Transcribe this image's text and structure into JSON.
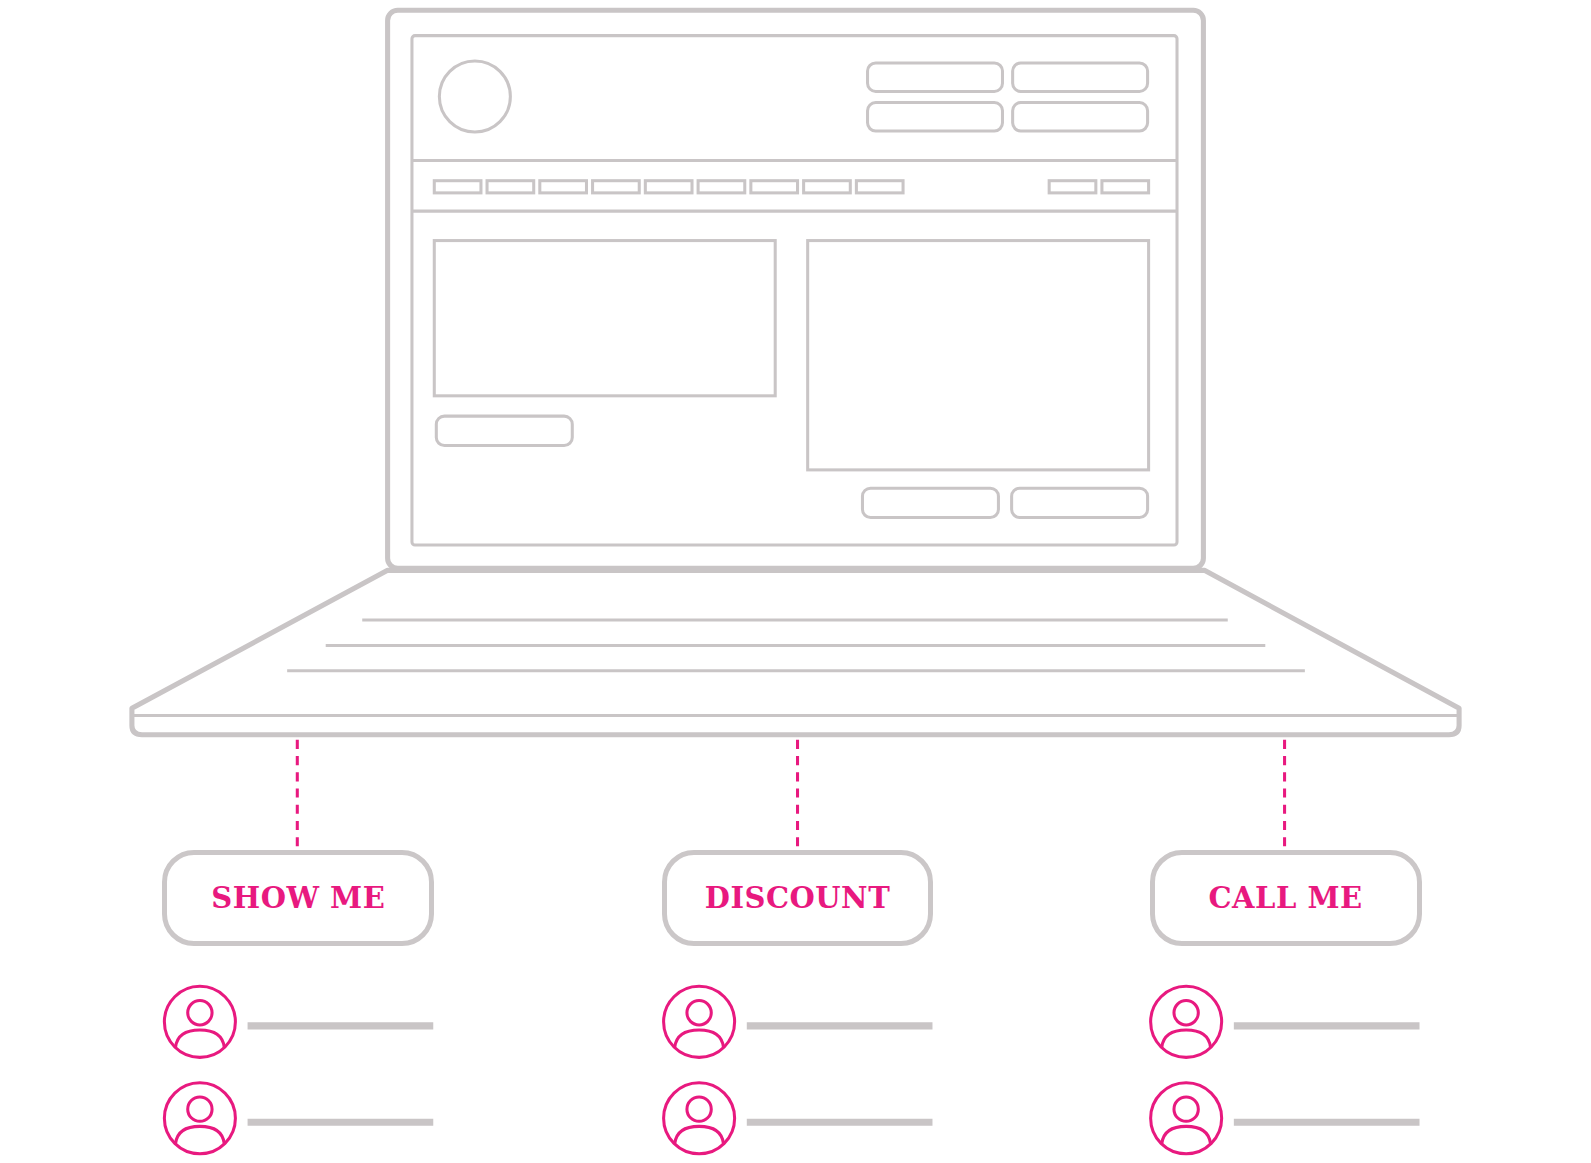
{
  "diagram": {
    "nodes": [
      {
        "text": [
          "SHOW ME"
        ]
      },
      {
        "text": [
          "DISCOUNT"
        ]
      },
      {
        "text": [
          "CALL ME"
        ]
      }
    ]
  }
}
